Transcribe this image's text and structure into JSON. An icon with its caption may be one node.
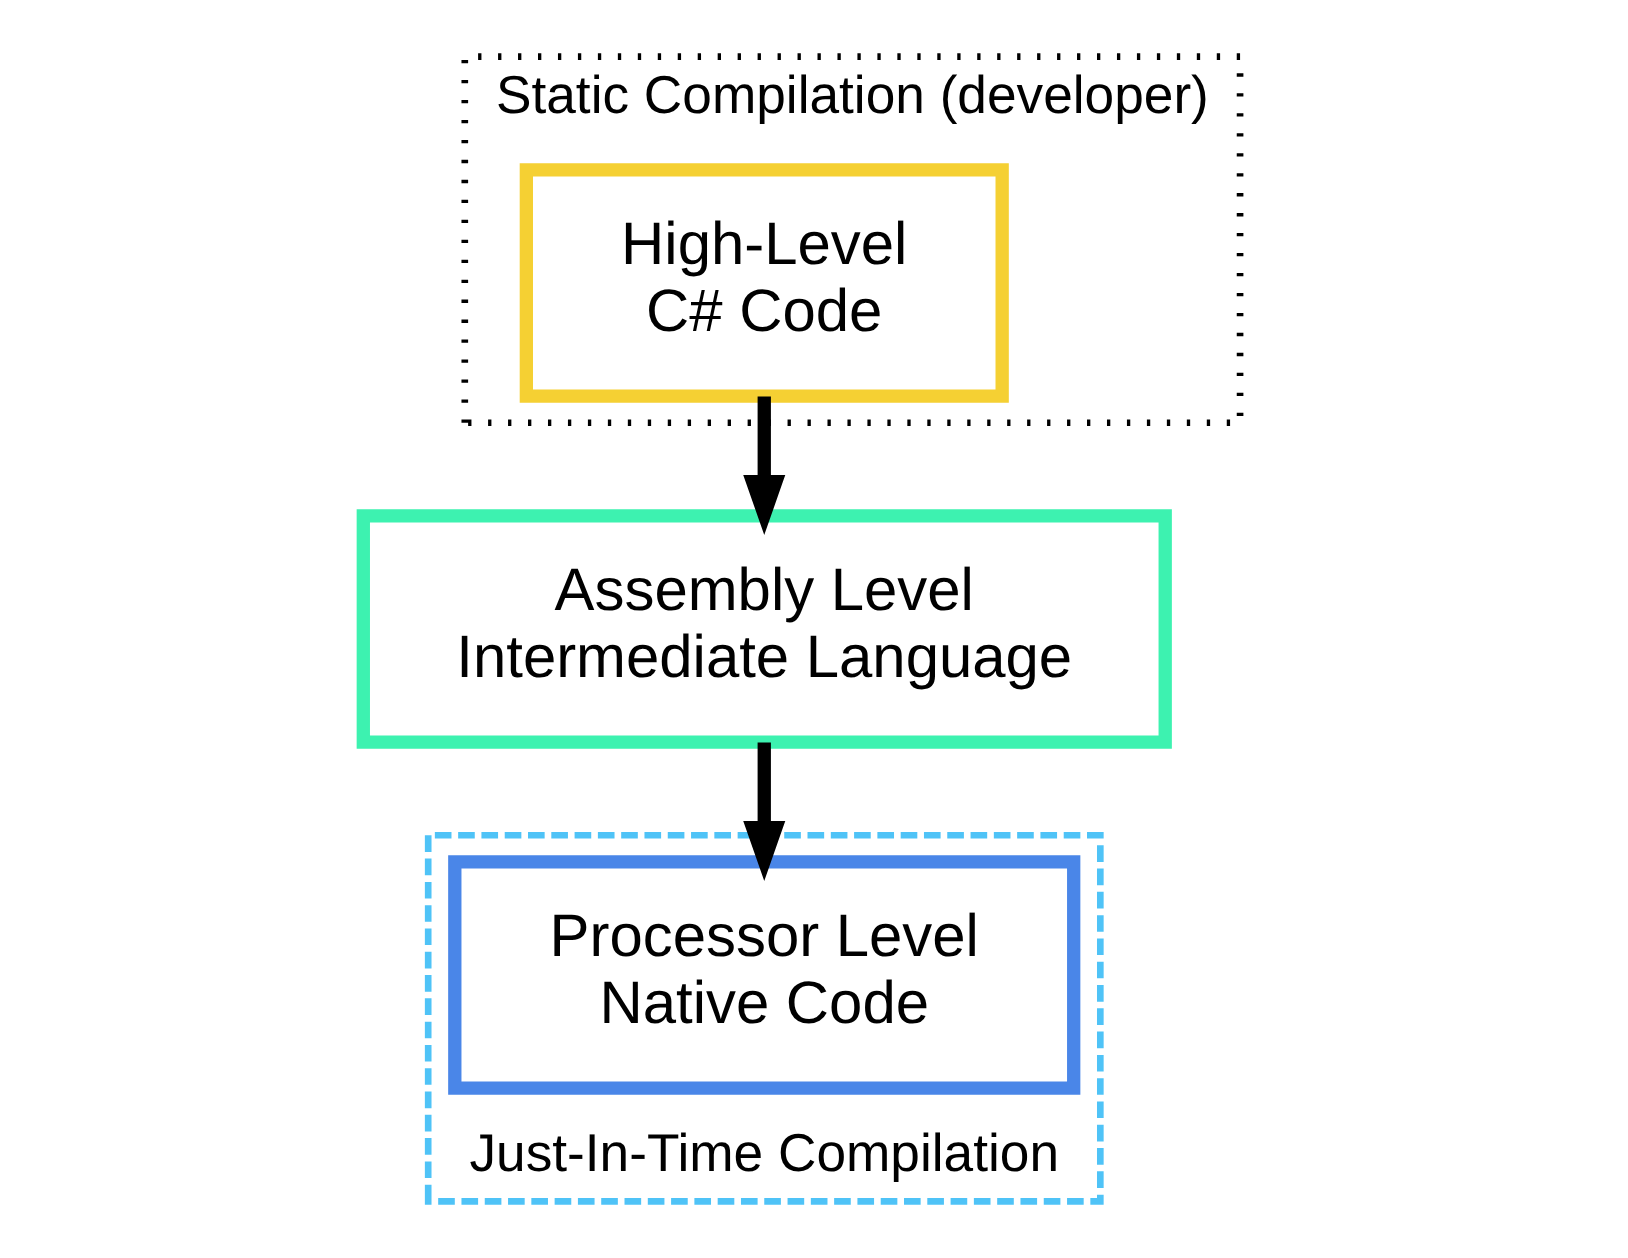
{
  "diagram": {
    "nodes": [
      {
        "text": [
          "Static Compilation (developer)"
        ]
      },
      {
        "text": [
          "High-Level",
          "C# Code"
        ],
        "in": 0
      },
      {
        "text": [
          "Just-In-Time Compilation"
        ]
      },
      {
        "text": [
          "Assembly Level",
          "Intermediate Language"
        ]
      },
      {
        "text": [
          "Processor Level",
          "Native Code"
        ],
        "in": 2
      }
    ],
    "edges": [
      {
        "from": 1,
        "to": 3,
        "arrow": "to"
      },
      {
        "from": 3,
        "to": 4,
        "arrow": "to"
      }
    ]
  }
}
